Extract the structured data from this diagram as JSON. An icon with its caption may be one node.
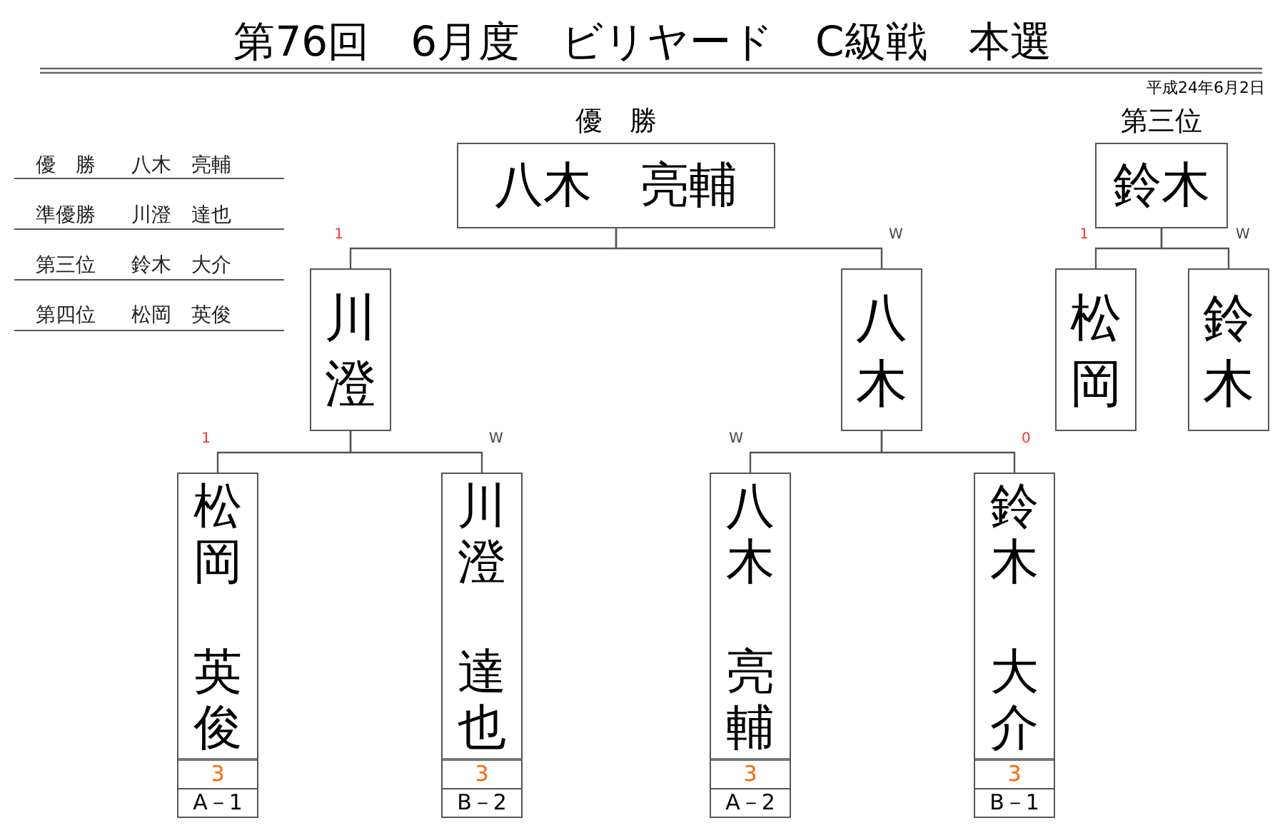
{
  "diagram": {
    "title": "第76回　6月度　ビリヤード　C級戦　本選",
    "nodes": [
      {
        "text": [
          "優　勝",
          "八木　亮輔"
        ]
      },
      {
        "text": [
          "川澄"
        ]
      },
      {
        "text": [
          "八木"
        ]
      },
      {
        "text": [
          "第三位",
          "鈴木"
        ]
      },
      {
        "text": [
          "松岡"
        ]
      },
      {
        "text": [
          "鈴木"
        ]
      },
      {
        "text": [
          "松岡",
          "英俊",
          "3",
          "A－1"
        ]
      },
      {
        "text": [
          "川澄",
          "達也",
          "3",
          "B－2"
        ]
      },
      {
        "text": [
          "八木",
          "亮輔",
          "3",
          "A－2"
        ]
      },
      {
        "text": [
          "鈴木",
          "大介",
          "3",
          "B－1"
        ]
      }
    ],
    "edges": [
      {
        "from": 1,
        "to": 0,
        "arrow": "none",
        "label": "1"
      },
      {
        "from": 2,
        "to": 0,
        "arrow": "none",
        "label": "W"
      },
      {
        "from": 4,
        "to": 3,
        "arrow": "none",
        "label": "1"
      },
      {
        "from": 5,
        "to": 3,
        "arrow": "none",
        "label": "W"
      },
      {
        "from": 6,
        "to": 1,
        "arrow": "none",
        "label": "1"
      },
      {
        "from": 7,
        "to": 1,
        "arrow": "none",
        "label": "W"
      },
      {
        "from": 8,
        "to": 2,
        "arrow": "none",
        "label": "W"
      },
      {
        "from": 9,
        "to": 2,
        "arrow": "none",
        "label": "0"
      }
    ],
    "labels": [
      "平成24年6月2日",
      "優　勝",
      "八木　亮輔",
      "準優勝",
      "川澄　達也",
      "第三位",
      "鈴木　大介",
      "第四位",
      "松岡　英俊"
    ]
  }
}
